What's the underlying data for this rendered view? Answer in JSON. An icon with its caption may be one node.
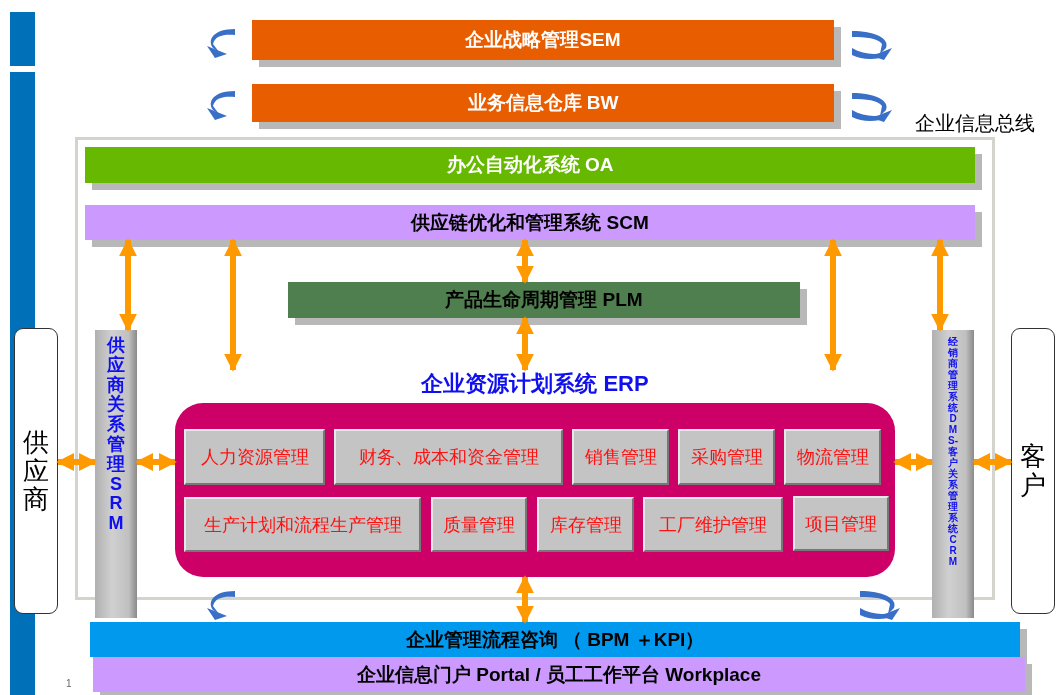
{
  "diagram": {
    "nodes": [
      {
        "text": [
          "企业战略管理SEM"
        ]
      },
      {
        "text": [
          "业务信息仓库 BW"
        ]
      },
      {
        "text": [
          "企业信息总线"
        ]
      },
      {
        "text": [
          "办公自动化系统 OA"
        ],
        "in": 2
      },
      {
        "text": [
          "供应链优化和管理系统 SCM"
        ],
        "in": 2
      },
      {
        "text": [
          "产品生命周期管理 PLM"
        ],
        "in": 2
      },
      {
        "text": [
          "企业资源计划系统 ERP"
        ],
        "in": 2
      },
      {
        "text": [
          "人力资源管理"
        ],
        "in": 6
      },
      {
        "text": [
          "财务、成本和资金管理"
        ],
        "in": 6
      },
      {
        "text": [
          "销售管理"
        ],
        "in": 6
      },
      {
        "text": [
          "采购管理"
        ],
        "in": 6
      },
      {
        "text": [
          "物流管理"
        ],
        "in": 6
      },
      {
        "text": [
          "生产计划和流程生产管理"
        ],
        "in": 6
      },
      {
        "text": [
          "质量管理"
        ],
        "in": 6
      },
      {
        "text": [
          "库存管理"
        ],
        "in": 6
      },
      {
        "text": [
          "工厂维护管理"
        ],
        "in": 6
      },
      {
        "text": [
          "项目管理"
        ],
        "in": 6
      },
      {
        "text": [
          "供应商"
        ]
      },
      {
        "text": [
          "供应商关系管理SRM"
        ]
      },
      {
        "text": [
          "经销商管理系统DMS-客户关系管理系统CRM"
        ]
      },
      {
        "text": [
          "客户"
        ]
      },
      {
        "text": [
          "企业管理流程咨询 （ BPM ＋KPI）"
        ]
      },
      {
        "text": [
          "企业信息门户 Portal / 员工工作平台 Workplace"
        ]
      }
    ],
    "edges": [
      {
        "from": 4,
        "to": 18,
        "arrow": "both"
      },
      {
        "from": 4,
        "to": 6,
        "arrow": "both"
      },
      {
        "from": 4,
        "to": 5,
        "arrow": "both"
      },
      {
        "from": 4,
        "to": 6,
        "arrow": "both"
      },
      {
        "from": 4,
        "to": 19,
        "arrow": "both"
      },
      {
        "from": 5,
        "to": 6,
        "arrow": "both"
      },
      {
        "from": 17,
        "to": 18,
        "arrow": "both"
      },
      {
        "from": 18,
        "to": 6,
        "arrow": "both"
      },
      {
        "from": 6,
        "to": 19,
        "arrow": "both"
      },
      {
        "from": 19,
        "to": 20,
        "arrow": "both"
      },
      {
        "from": 6,
        "to": 21,
        "arrow": "both"
      }
    ],
    "labels": [
      "1"
    ]
  }
}
